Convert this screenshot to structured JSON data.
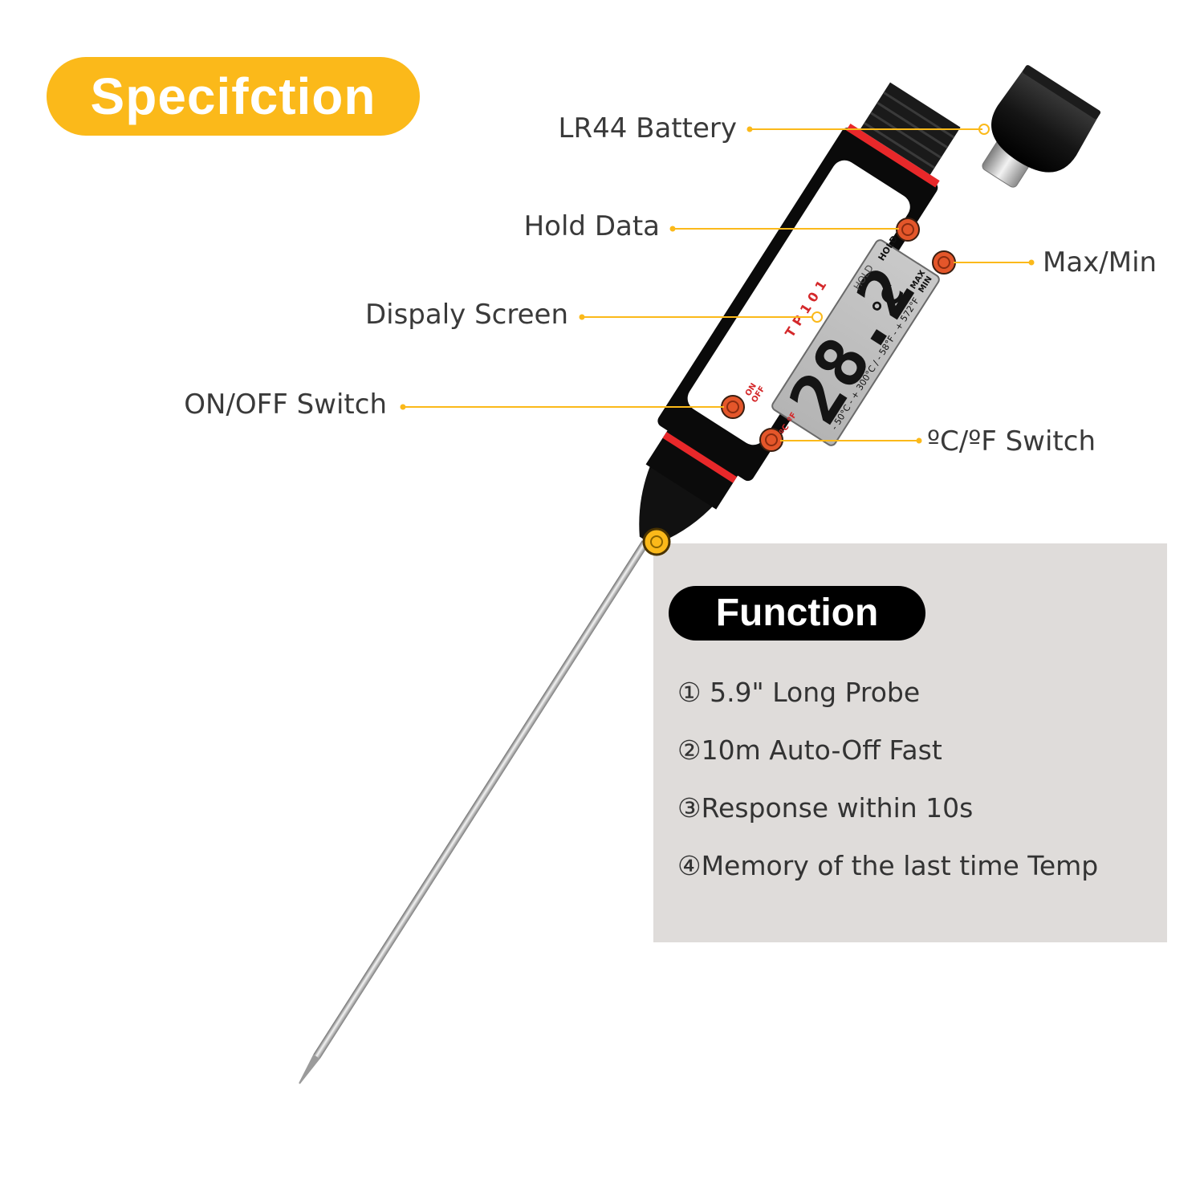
{
  "title": "Specifction",
  "callouts": {
    "battery": "LR44 Battery",
    "hold": "Hold Data",
    "display": "Dispaly Screen",
    "power": "ON/OFF Switch",
    "maxmin": "Max/Min",
    "unit": "ºC/ºF Switch"
  },
  "device": {
    "reading": "28.2",
    "unit": "°C",
    "hold_indicator": "HOLD",
    "model": "TP101",
    "range": "- 50°C - + 300°C / - 58°F - + 572°F",
    "hold_button": "HOLD",
    "max_label": "MAX",
    "min_label": "MIN",
    "on_label": "ON",
    "off_label": "OFF",
    "c_label": "ºC",
    "f_label": "ºF"
  },
  "function": {
    "title": "Function",
    "items": [
      "① 5.9\" Long Probe",
      "②10m Auto-Off Fast",
      "③Response within 10s",
      "④Memory of the last time Temp"
    ]
  },
  "colors": {
    "accent": "#fbb91a",
    "button": "#e4562a",
    "body": "#000000",
    "ring": "#e8282a",
    "panel": "#dfdcda"
  }
}
